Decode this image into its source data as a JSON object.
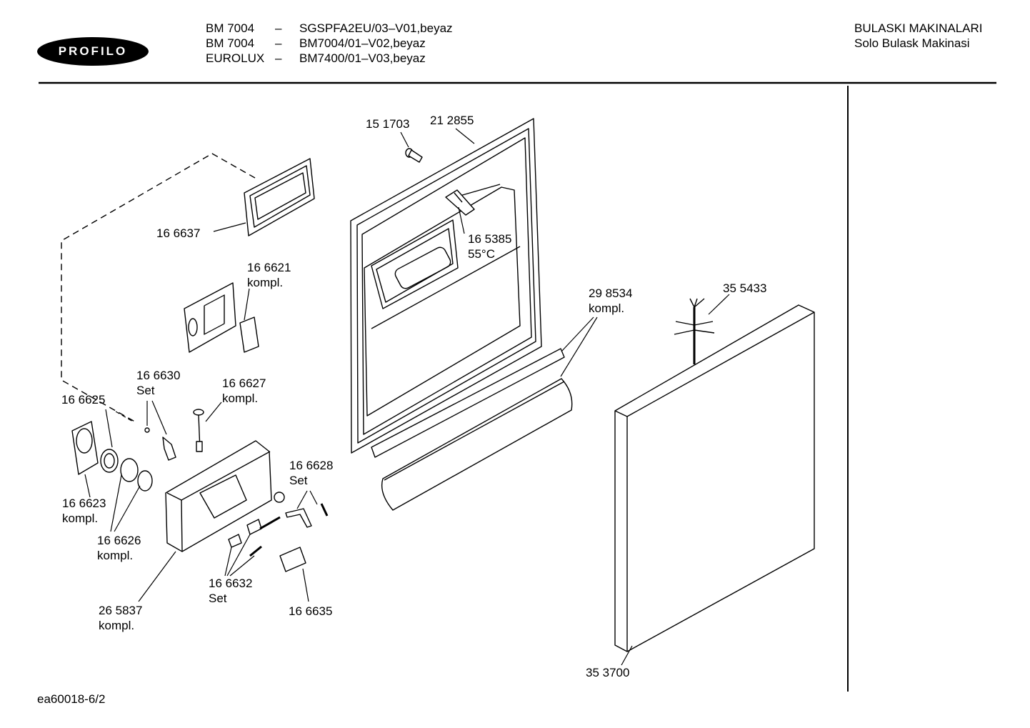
{
  "header": {
    "brand": "PROFILO",
    "models": [
      {
        "name": "BM 7004",
        "dash": "–",
        "code": "SGSPFA2EU/03–V01,beyaz"
      },
      {
        "name": "BM 7004",
        "dash": "–",
        "code": "BM7004/01–V02,beyaz"
      },
      {
        "name": "EUROLUX",
        "dash": "–",
        "code": "BM7400/01–V03,beyaz"
      }
    ],
    "category": "BULASKI MAKINALARI",
    "subcategory": "Solo Bulask Makinasi"
  },
  "parts": [
    {
      "number": "15 1703",
      "note": ""
    },
    {
      "number": "21 2855",
      "note": ""
    },
    {
      "number": "16 6637",
      "note": ""
    },
    {
      "number": "16 5385",
      "note": "55°C"
    },
    {
      "number": "16 6621",
      "note": "kompl."
    },
    {
      "number": "29 8534",
      "note": "kompl."
    },
    {
      "number": "35 5433",
      "note": ""
    },
    {
      "number": "16 6630",
      "note": "Set"
    },
    {
      "number": "16 6627",
      "note": "kompl."
    },
    {
      "number": "16 6625",
      "note": ""
    },
    {
      "number": "16 6628",
      "note": "Set"
    },
    {
      "number": "16 6623",
      "note": "kompl."
    },
    {
      "number": "16 6626",
      "note": "kompl."
    },
    {
      "number": "16 6632",
      "note": "Set"
    },
    {
      "number": "26 5837",
      "note": "kompl."
    },
    {
      "number": "16 6635",
      "note": ""
    },
    {
      "number": "35 3700",
      "note": ""
    }
  ],
  "footer": {
    "drawing_id": "ea60018-6/2"
  }
}
